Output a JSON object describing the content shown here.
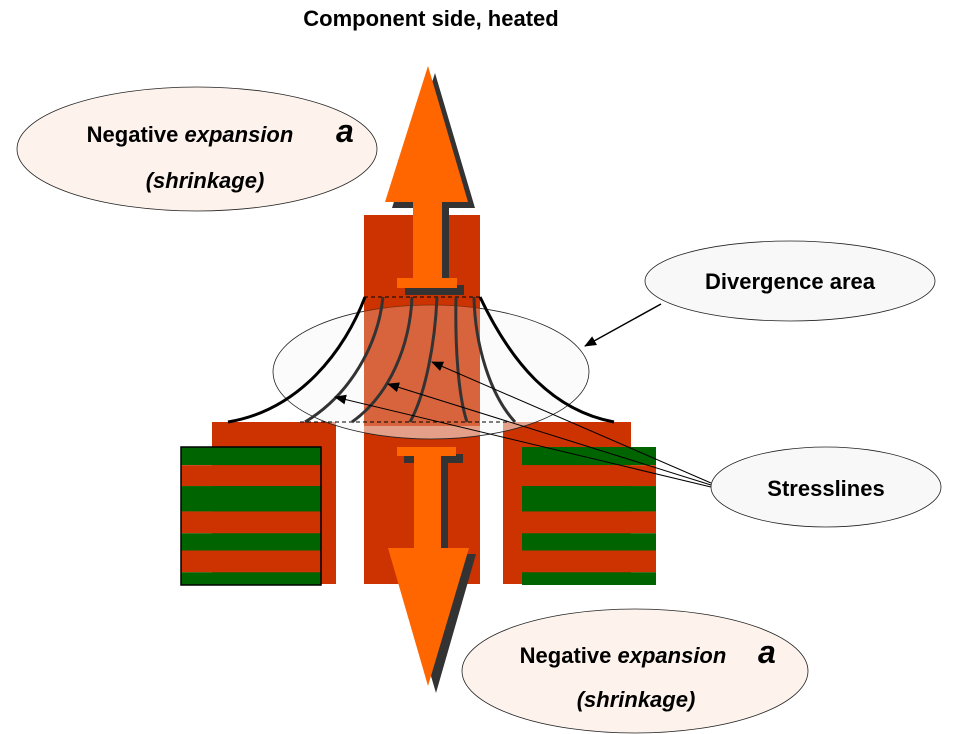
{
  "title": "Component side, heated",
  "labels": {
    "top_left": {
      "line1_normal": "Negative ",
      "line1_italic": "expansion",
      "symbol": "a",
      "line2": "(shrinkage)"
    },
    "bottom_right": {
      "line1_normal": "Negative ",
      "line1_italic": "expansion",
      "symbol": "a",
      "line2": "(shrinkage)"
    },
    "divergence": "Divergence area",
    "stresslines": "Stresslines"
  },
  "colors": {
    "substrate_red": "#cc3300",
    "arrow_orange": "#ff6600",
    "layer_green": "#006400",
    "divergence_fill": "#f8f8f8",
    "label_fill": "#fdf3ec",
    "stress_line": "#333333"
  },
  "layers": {
    "left_stack": [
      "green",
      "red",
      "green",
      "red",
      "green",
      "red",
      "green"
    ],
    "right_stack": [
      "green",
      "red",
      "green",
      "red",
      "green",
      "red",
      "green"
    ]
  }
}
